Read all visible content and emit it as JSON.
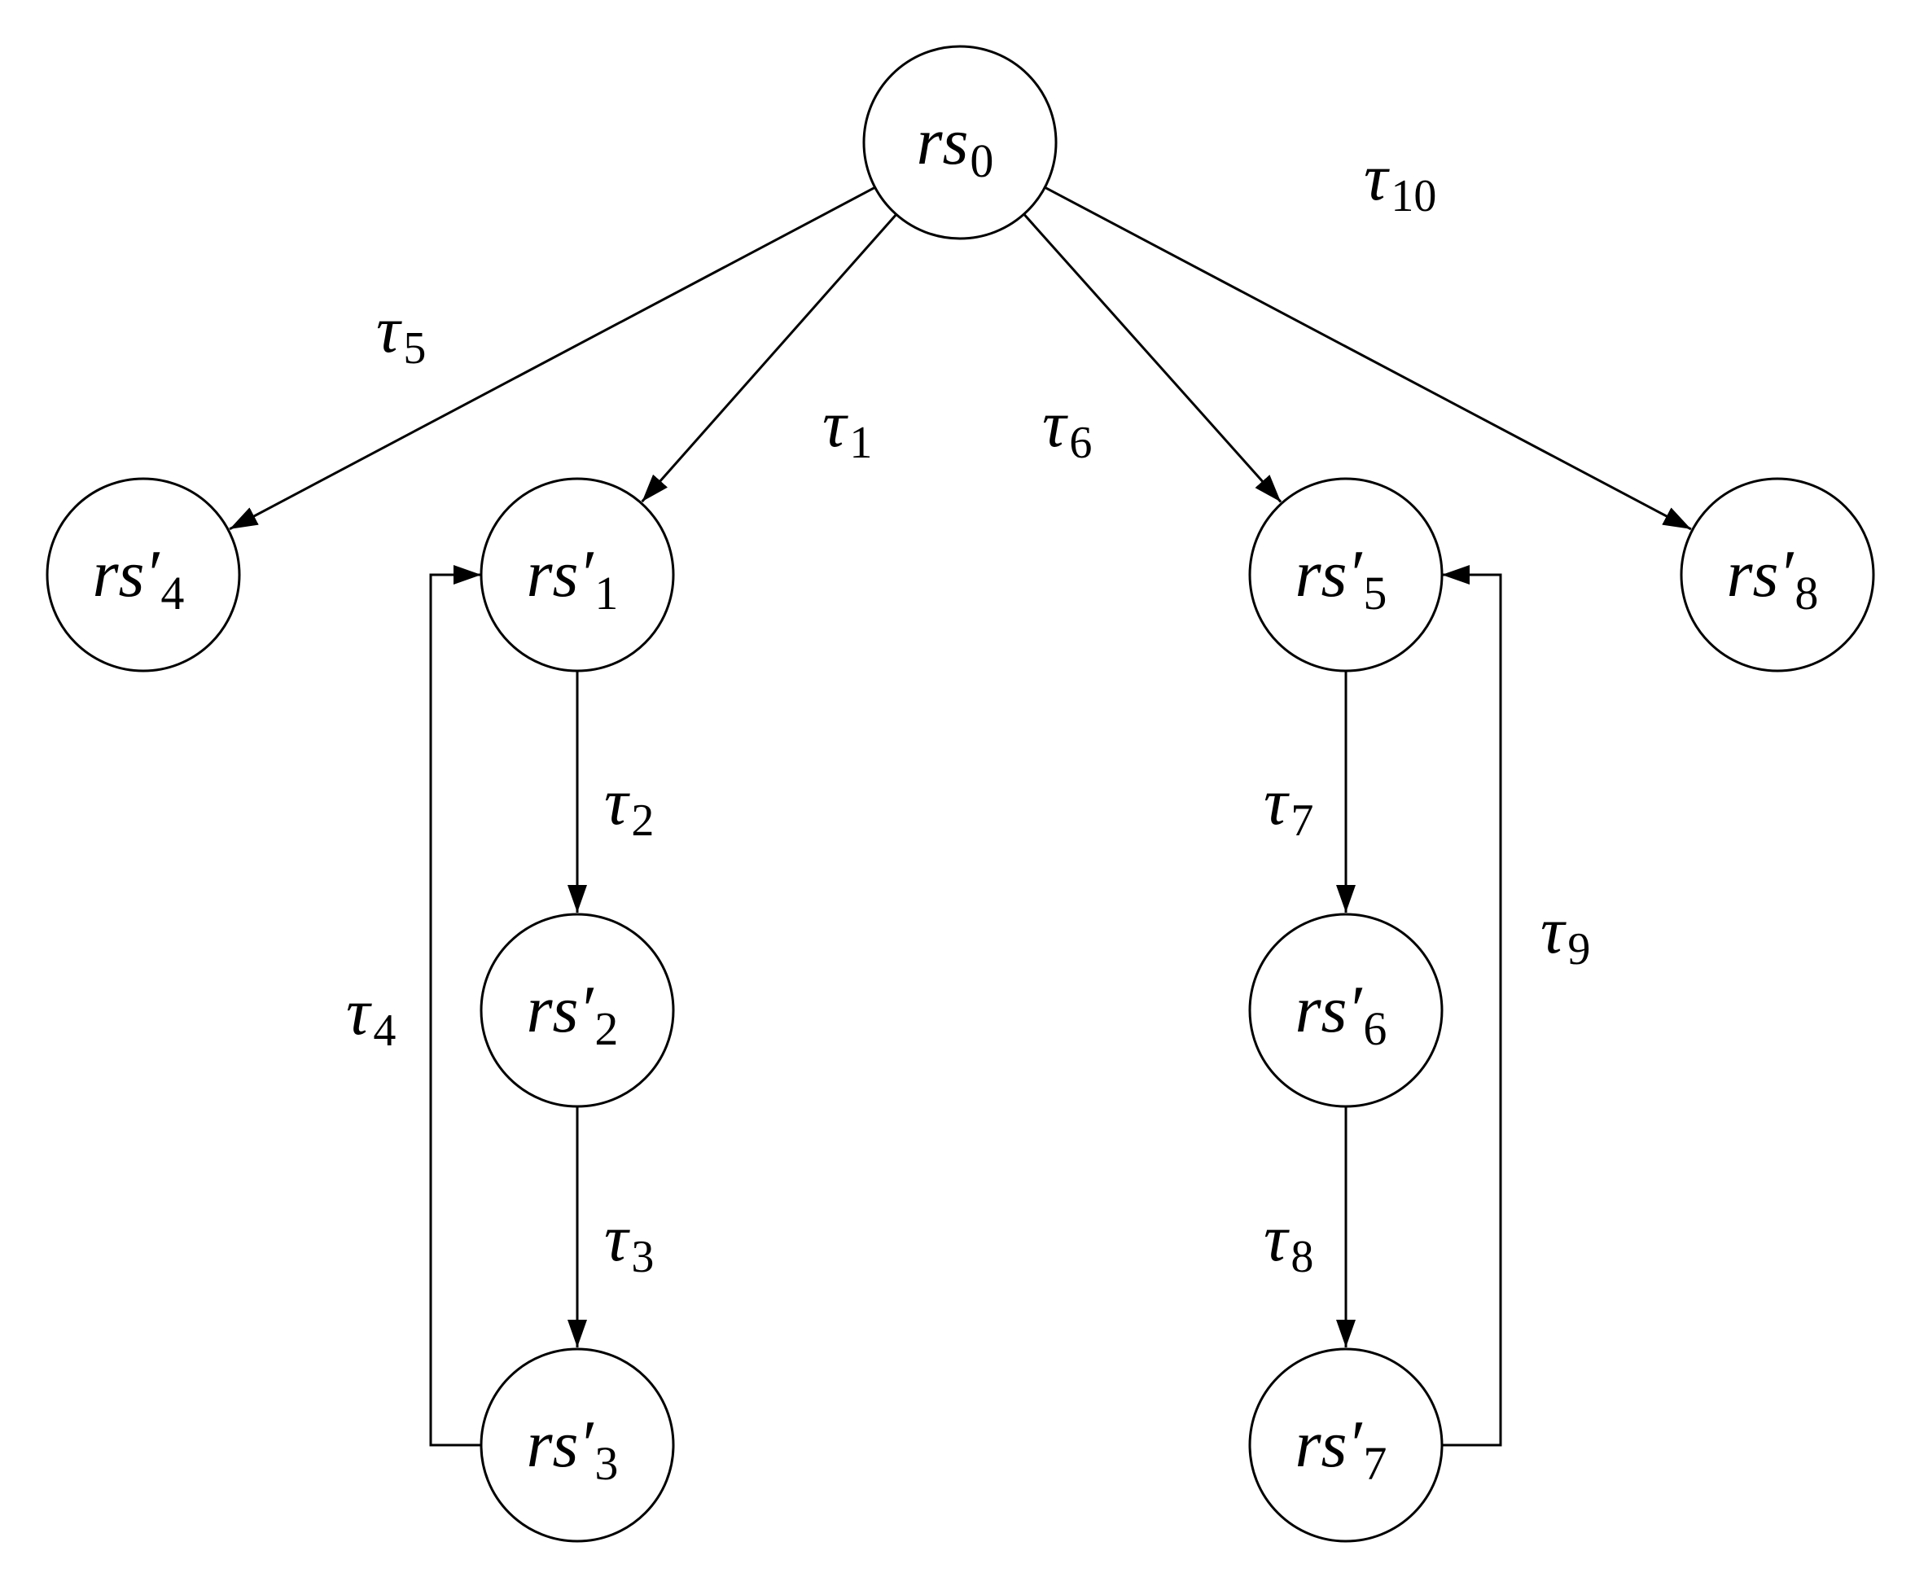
{
  "nodes": [
    {
      "id": "rs0",
      "base": "rs",
      "prime": "",
      "sub": "0"
    },
    {
      "id": "rs4",
      "base": "rs",
      "prime": "′",
      "sub": "4"
    },
    {
      "id": "rs1",
      "base": "rs",
      "prime": "′",
      "sub": "1"
    },
    {
      "id": "rs2",
      "base": "rs",
      "prime": "′",
      "sub": "2"
    },
    {
      "id": "rs3",
      "base": "rs",
      "prime": "′",
      "sub": "3"
    },
    {
      "id": "rs5",
      "base": "rs",
      "prime": "′",
      "sub": "5"
    },
    {
      "id": "rs6",
      "base": "rs",
      "prime": "′",
      "sub": "6"
    },
    {
      "id": "rs7",
      "base": "rs",
      "prime": "′",
      "sub": "7"
    },
    {
      "id": "rs8",
      "base": "rs",
      "prime": "′",
      "sub": "8"
    }
  ],
  "edges": [
    {
      "from": "rs0",
      "to": "rs4",
      "symbol": "τ",
      "sub": "5"
    },
    {
      "from": "rs0",
      "to": "rs1",
      "symbol": "τ",
      "sub": "1"
    },
    {
      "from": "rs0",
      "to": "rs5",
      "symbol": "τ",
      "sub": "6"
    },
    {
      "from": "rs0",
      "to": "rs8",
      "symbol": "τ",
      "sub": "10"
    },
    {
      "from": "rs1",
      "to": "rs2",
      "symbol": "τ",
      "sub": "2"
    },
    {
      "from": "rs2",
      "to": "rs3",
      "symbol": "τ",
      "sub": "3"
    },
    {
      "from": "rs3",
      "to": "rs1",
      "symbol": "τ",
      "sub": "4"
    },
    {
      "from": "rs5",
      "to": "rs6",
      "symbol": "τ",
      "sub": "7"
    },
    {
      "from": "rs6",
      "to": "rs7",
      "symbol": "τ",
      "sub": "8"
    },
    {
      "from": "rs7",
      "to": "rs5",
      "symbol": "τ",
      "sub": "9"
    }
  ]
}
